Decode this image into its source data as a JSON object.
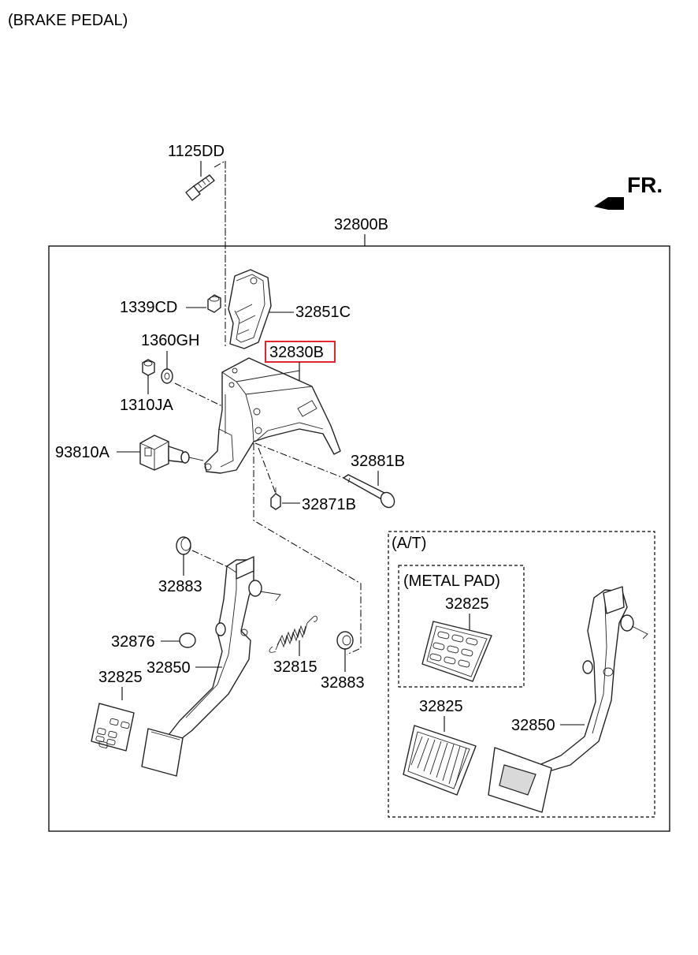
{
  "title": "(BRAKE PEDAL)",
  "direction": {
    "label": "FR.",
    "icon": "front-direction-arrow-icon"
  },
  "assembly": {
    "number": "32800B"
  },
  "highlight_color": "#e3262d",
  "groups": {
    "at": "(A/T)",
    "metal_pad": "(METAL PAD)"
  },
  "parts": {
    "p1125DD": "1125DD",
    "p1339CD": "1339CD",
    "p32851C": "32851C",
    "p1360GH": "1360GH",
    "p32830B": "32830B",
    "p1310JA": "1310JA",
    "p93810A": "93810A",
    "p32881B": "32881B",
    "p32871B": "32871B",
    "p32883a": "32883",
    "p32876": "32876",
    "p32850a": "32850",
    "p32825a": "32825",
    "p32815": "32815",
    "p32883b": "32883",
    "p32825b": "32825",
    "p32825c": "32825",
    "p32850b": "32850"
  },
  "highlighted_part": "32830B"
}
